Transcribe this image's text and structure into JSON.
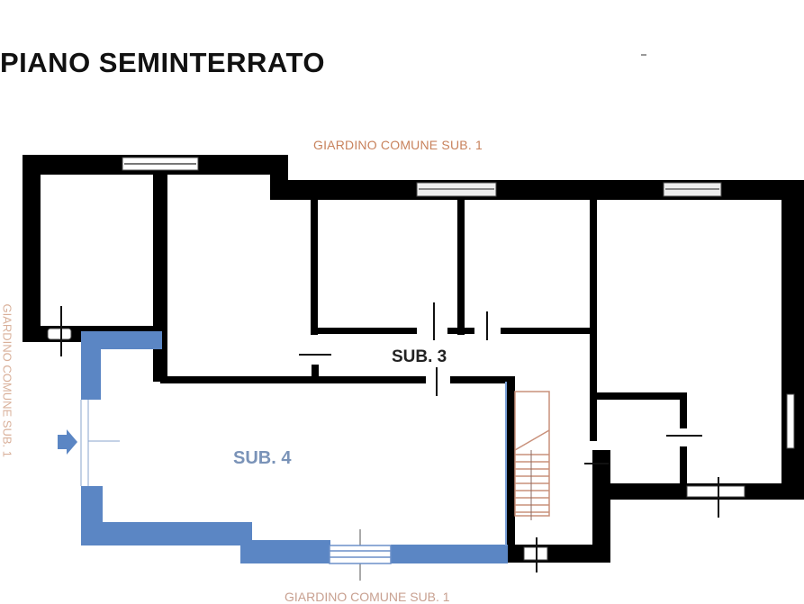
{
  "title": "PIANO SEMINTERRATO",
  "labels": {
    "garden_top": "GIARDINO COMUNE SUB. 1",
    "garden_bottom": "GIARDINO COMUNE SUB. 1",
    "garden_left": "GIARDINO COMUNE SUB. 1",
    "unit_3": "SUB. 3",
    "unit_4": "SUB. 4"
  },
  "colors": {
    "wall": "#000000",
    "unit4_wall": "#5b86c4",
    "garden_text": "#c8825c",
    "stairs": "#c9907a",
    "unit4_text": "#7a93b8"
  },
  "icons": {
    "entrance_arrow": "entrance-arrow-icon"
  }
}
